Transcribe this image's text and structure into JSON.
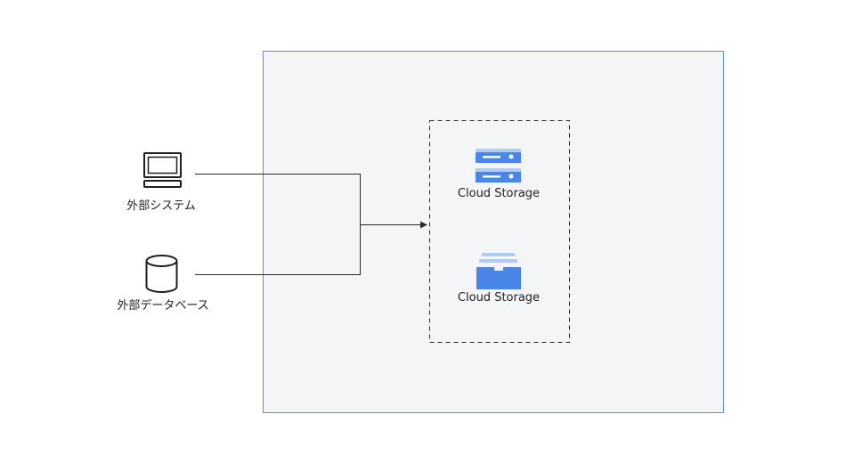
{
  "colors": {
    "container_fill": "#f3f5f7",
    "container_border": "#5b8fd6",
    "line": "#2b2b2b",
    "icon_dark": "#1f1f1f",
    "storage_blue_dark": "#4a86e8",
    "storage_blue_light": "#aecbfa"
  },
  "nodes": {
    "external_system": {
      "label": "外部システム",
      "icon": "computer-icon"
    },
    "external_database": {
      "label": "外部データベース",
      "icon": "database-icon"
    },
    "cloud_storage_1": {
      "label": "Cloud Storage",
      "icon": "server-stack-icon"
    },
    "cloud_storage_2": {
      "label": "Cloud Storage",
      "icon": "storage-tray-icon"
    }
  }
}
